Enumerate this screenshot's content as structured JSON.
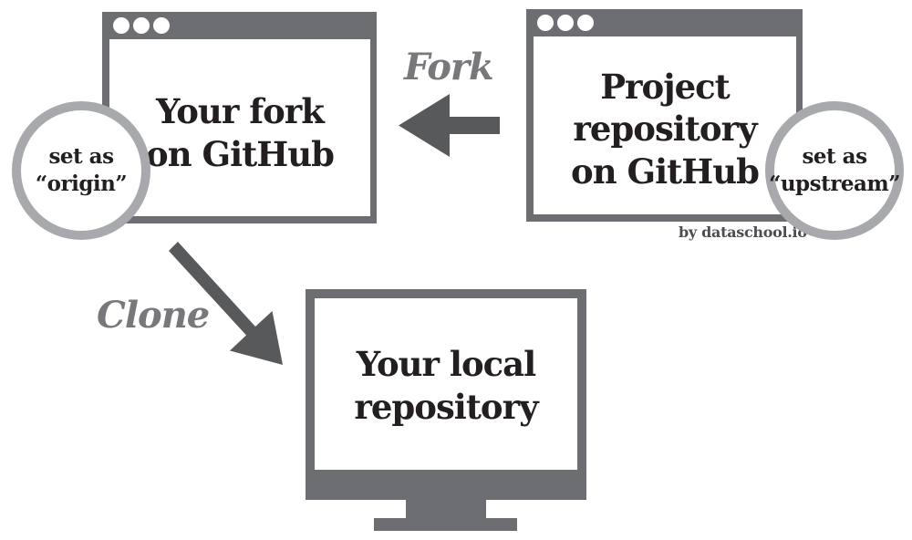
{
  "colors": {
    "frame_gray": "#6d6e71",
    "arrow_gray": "#58595b",
    "label_gray": "#77787b",
    "circle_border_gray": "#a7a9ac",
    "text_black": "#231f20",
    "byline_gray": "#4d4d4f"
  },
  "windows": {
    "fork": {
      "lines": [
        "Your fork",
        "on GitHub"
      ]
    },
    "project": {
      "lines": [
        "Project",
        "repository",
        "on GitHub"
      ]
    }
  },
  "monitor": {
    "lines": [
      "Your local",
      "repository"
    ]
  },
  "badges": {
    "origin": {
      "lines": [
        "set as",
        "“origin”"
      ]
    },
    "upstream": {
      "lines": [
        "set as",
        "“upstream”"
      ]
    }
  },
  "arrows": {
    "fork_label": "Fork",
    "clone_label": "Clone"
  },
  "byline": "by dataschool.io"
}
